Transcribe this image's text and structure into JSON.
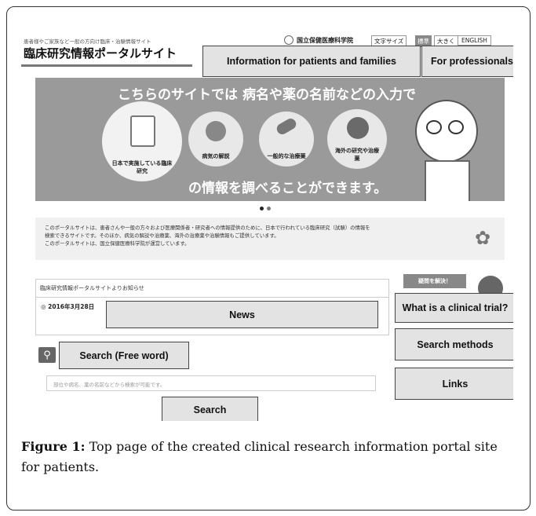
{
  "header": {
    "tagline": "患者様やご家族など一般の方向け臨床・治験情報サイト",
    "site_title": "臨床研究情報ポータルサイト",
    "institute": "国立保健医療科学院",
    "font_size_label": "文字サイズ",
    "font_normal": "標準",
    "font_large": "大きく",
    "english": "ENGLISH"
  },
  "overlays": {
    "patients": "Information for patients and families",
    "professionals": "For professionals",
    "news": "News",
    "clinical_trial": "What is a clinical trial?",
    "search_methods": "Search methods",
    "search_free": "Search (Free word)",
    "links": "Links",
    "search": "Search"
  },
  "banner": {
    "headline": "こちらのサイトでは 病名や薬の名前などの入力で",
    "circle1": "日本で実施している臨床研究",
    "circle2": "病気の解説",
    "circle3": "一般的な治療薬",
    "circle4": "海外の研究や治療薬",
    "bottom": "の情報を調べることができます。"
  },
  "intro": {
    "line1": "このポータルサイトは、患者さんや一般の方々および医療関係者・研究者への情報提供のために、日本で行われている臨床研究（試験）の情報を",
    "line2": "検索できるサイトです。そのほか、病気の解説や治療薬、海外の治療薬や治験情報もご提供しています。",
    "line3": "このポータルサイトは、国立保健医療科学院が運営しています。"
  },
  "notice": {
    "title": "臨床研究情報ポータルサイトよりお知らせ",
    "date": "2016年3月28日"
  },
  "faq_badge": "疑問を解決！",
  "search_placeholder": "部位や病名、薬の名前などから検索が可能です。",
  "caption": {
    "label": "Figure 1:",
    "text": " Top page of the created clinical research information portal site for patients."
  }
}
